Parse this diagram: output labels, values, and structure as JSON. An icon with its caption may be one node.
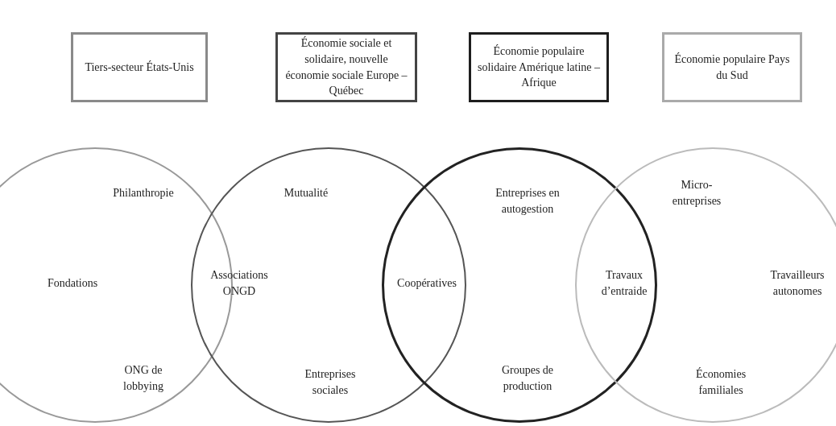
{
  "diagram": {
    "nodes": [
      {
        "text": [
          "Tiers-secteur États-Unis"
        ]
      },
      {
        "text": [
          "Économie sociale et solidaire, nouvelle économie sociale Europe – Québec"
        ]
      },
      {
        "text": [
          "Économie populaire solidaire Amérique latine – Afrique"
        ]
      },
      {
        "text": [
          "Économie populaire Pays du Sud"
        ]
      },
      {
        "text": [
          "Philanthropie",
          "Fondations",
          "ONG de lobbying"
        ]
      },
      {
        "text": [
          "Mutualité",
          "Entreprises sociales"
        ]
      },
      {
        "text": [
          "Entreprises en autogestion",
          "Groupes de production"
        ]
      },
      {
        "text": [
          "Micro-entreprises",
          "Travailleurs autonomes",
          "Économies familiales"
        ]
      }
    ],
    "labels": [
      "Associations ONGD",
      "Coopératives",
      "Travaux d’entraide"
    ]
  }
}
